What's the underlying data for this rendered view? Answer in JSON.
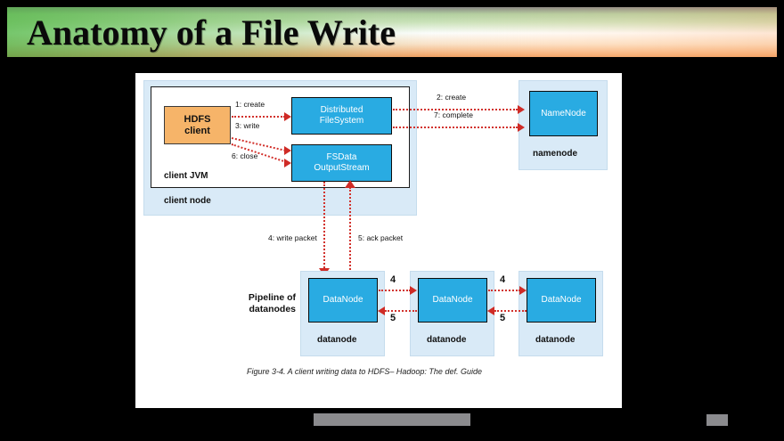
{
  "slide": {
    "title": "Anatomy of a File Write",
    "background_color": "#000000",
    "title_gradient": {
      "left": "#6ec364",
      "middle": "#ffffff",
      "right": "#f0a064"
    }
  },
  "figure": {
    "caption": "Figure 3-4. A client writing data to HDFS– Hadoop: The def. Guide",
    "panel_color": "#ffffff",
    "colors": {
      "blue_box": "#29abe2",
      "orange_box": "#f6b469",
      "pale_container": "#d9eaf7",
      "arrow": "#cf2b26"
    },
    "client_node": {
      "container_label": "client node",
      "jvm_label": "client JVM",
      "client_box": "HDFS\nclient",
      "client_box_line1": "HDFS",
      "client_box_line2": "client",
      "dfs_box_line1": "Distributed",
      "dfs_box_line2": "FileSystem",
      "stream_box_line1": "FSData",
      "stream_box_line2": "OutputStream"
    },
    "namenode": {
      "container_label": "namenode",
      "box_label": "NameNode"
    },
    "pipeline": {
      "side_label_line1": "Pipeline of",
      "side_label_line2": "datanodes",
      "datanodes": [
        {
          "box_label": "DataNode",
          "container_label": "datanode"
        },
        {
          "box_label": "DataNode",
          "container_label": "datanode"
        },
        {
          "box_label": "DataNode",
          "container_label": "datanode"
        }
      ],
      "forward_step": "4",
      "ack_step": "5"
    },
    "steps": [
      {
        "id": "1",
        "label": "1: create"
      },
      {
        "id": "2",
        "label": "2: create"
      },
      {
        "id": "3",
        "label": "3: write"
      },
      {
        "id": "4",
        "label": "4: write packet"
      },
      {
        "id": "5",
        "label": "5: ack packet"
      },
      {
        "id": "6",
        "label": "6: close"
      },
      {
        "id": "7",
        "label": "7: complete"
      }
    ]
  }
}
